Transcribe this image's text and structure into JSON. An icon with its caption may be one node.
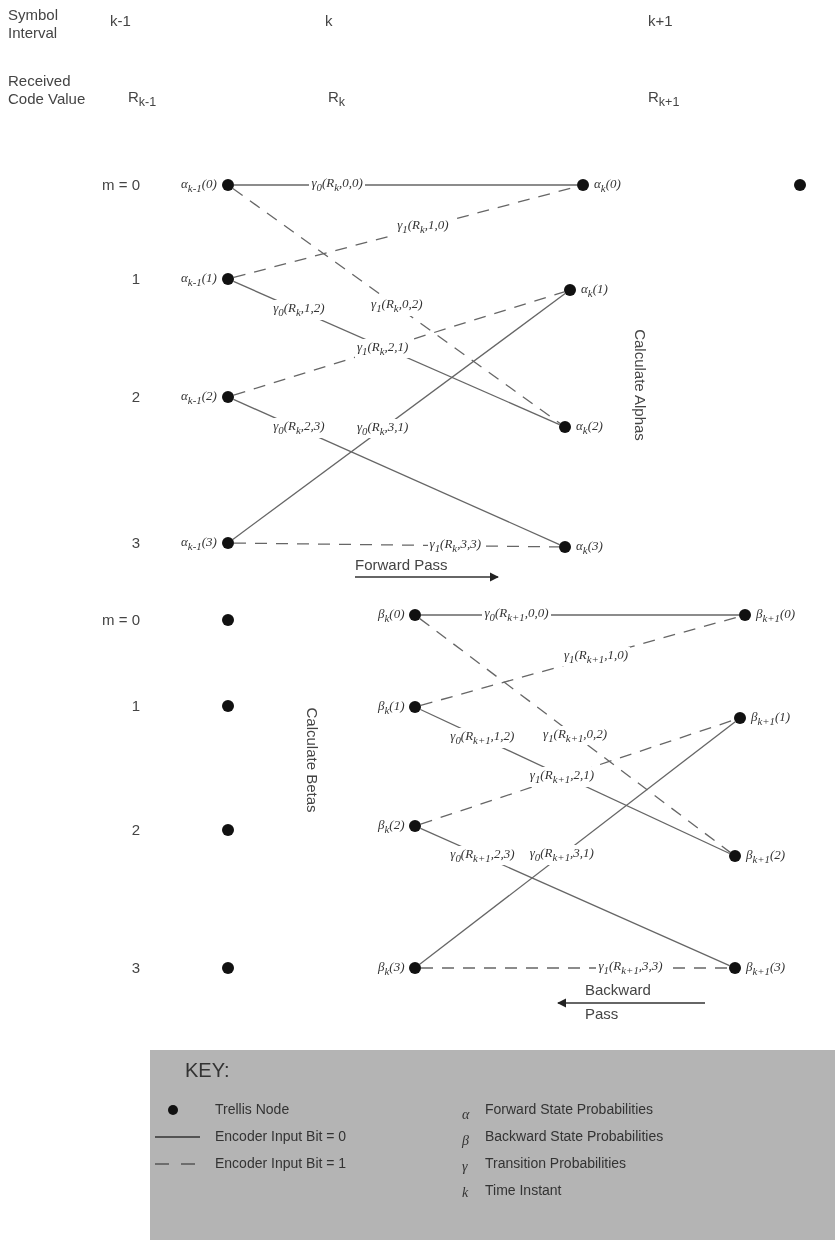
{
  "diagram": {
    "nodes": [
      {
        "text": [],
        "shape": "circle",
        "beside": [
          "α$_{k-1}$(0)"
        ]
      },
      {
        "text": [],
        "shape": "circle",
        "beside": [
          "α$_{k-1}$(1)"
        ]
      },
      {
        "text": [],
        "shape": "circle",
        "beside": [
          "α$_{k-1}$(2)"
        ]
      },
      {
        "text": [],
        "shape": "circle",
        "beside": [
          "α$_{k-1}$(3)"
        ]
      },
      {
        "text": [],
        "shape": "circle",
        "beside": [
          "α$_{k}$(0)"
        ]
      },
      {
        "text": [],
        "shape": "circle",
        "beside": [
          "α$_{k}$(1)"
        ]
      },
      {
        "text": [],
        "shape": "circle",
        "beside": [
          "α$_{k}$(2)"
        ]
      },
      {
        "text": [],
        "shape": "circle",
        "beside": [
          "α$_{k}$(3)"
        ]
      },
      {
        "text": [],
        "shape": "circle"
      },
      {
        "text": [],
        "shape": "circle"
      },
      {
        "text": [],
        "shape": "circle"
      },
      {
        "text": [],
        "shape": "circle"
      },
      {
        "text": [],
        "shape": "circle"
      },
      {
        "text": [],
        "shape": "circle",
        "beside": [
          "β$_{k}$(0)"
        ]
      },
      {
        "text": [],
        "shape": "circle",
        "beside": [
          "β$_{k}$(1)"
        ]
      },
      {
        "text": [],
        "shape": "circle",
        "beside": [
          "β$_{k}$(2)"
        ]
      },
      {
        "text": [],
        "shape": "circle",
        "beside": [
          "β$_{k}$(3)"
        ]
      },
      {
        "text": [],
        "shape": "circle",
        "beside": [
          "β$_{k+1}$(0)"
        ]
      },
      {
        "text": [],
        "shape": "circle",
        "beside": [
          "β$_{k+1}$(1)"
        ]
      },
      {
        "text": [],
        "shape": "circle",
        "beside": [
          "β$_{k+1}$(2)"
        ]
      },
      {
        "text": [],
        "shape": "circle",
        "beside": [
          "β$_{k+1}$(3)"
        ]
      }
    ],
    "edges": [
      {
        "from": 0,
        "to": 4,
        "arrow": "none",
        "label": "γ$_{0}$(R$_{k}$,0,0)"
      },
      {
        "from": 0,
        "to": 6,
        "arrow": "none",
        "style": "dashed",
        "label": "γ$_{1}$(R$_{k}$,0,2)"
      },
      {
        "from": 1,
        "to": 4,
        "arrow": "none",
        "style": "dashed",
        "label": "γ$_{1}$(R$_{k}$,1,0)"
      },
      {
        "from": 1,
        "to": 6,
        "arrow": "none",
        "label": "γ$_{0}$(R$_{k}$,1,2)"
      },
      {
        "from": 2,
        "to": 5,
        "arrow": "none",
        "style": "dashed",
        "label": "γ$_{1}$(R$_{k}$,2,1)"
      },
      {
        "from": 2,
        "to": 7,
        "arrow": "none",
        "label": "γ$_{0}$(R$_{k}$,2,3)"
      },
      {
        "from": 3,
        "to": 5,
        "arrow": "none",
        "label": "γ$_{0}$(R$_{k}$,3,1)"
      },
      {
        "from": 3,
        "to": 7,
        "arrow": "none",
        "style": "dashed",
        "label": "γ$_{1}$(R$_{k}$,3,3)"
      },
      {
        "from": 13,
        "to": 17,
        "arrow": "none",
        "label": "γ$_{0}$(R$_{k+1}$,0,0)"
      },
      {
        "from": 13,
        "to": 19,
        "arrow": "none",
        "style": "dashed",
        "label": "γ$_{1}$(R$_{k+1}$,0,2)"
      },
      {
        "from": 14,
        "to": 17,
        "arrow": "none",
        "style": "dashed",
        "label": "γ$_{1}$(R$_{k+1}$,1,0)"
      },
      {
        "from": 14,
        "to": 19,
        "arrow": "none",
        "label": "γ$_{0}$(R$_{k+1}$,1,2)"
      },
      {
        "from": 15,
        "to": 18,
        "arrow": "none",
        "style": "dashed",
        "label": "γ$_{1}$(R$_{k+1}$,2,1)"
      },
      {
        "from": 15,
        "to": 20,
        "arrow": "none",
        "label": "γ$_{0}$(R$_{k+1}$,2,3)"
      },
      {
        "from": 16,
        "to": 18,
        "arrow": "none",
        "label": "γ$_{0}$(R$_{k+1}$,3,1)"
      },
      {
        "from": 16,
        "to": 20,
        "arrow": "none",
        "style": "dashed",
        "label": "γ$_{1}$(R$_{k+1}$,3,3)"
      }
    ],
    "labels": [
      "Symbol Interval",
      "k-1",
      "k",
      "k+1",
      "Received Code Value",
      "R$_{k-1}$",
      "R$_{k}$",
      "R$_{k+1}$",
      "m = 0",
      "1",
      "2",
      "3",
      "Calculate Alphas",
      "Forward Pass",
      "m = 0",
      "1",
      "2",
      "3",
      "Calculate Betas",
      "Backward Pass",
      "KEY:",
      "α",
      "β",
      "γ",
      "k"
    ],
    "legend": [
      {
        "text": "Trellis Node"
      },
      {
        "text": "Encoder Input Bit = 0"
      },
      {
        "text": "Encoder Input Bit = 1"
      },
      {
        "text": "Forward State Probabilities"
      },
      {
        "text": "Backward State Probabilities"
      },
      {
        "text": "Transition Probabilities"
      },
      {
        "text": "Time Instant"
      }
    ]
  }
}
